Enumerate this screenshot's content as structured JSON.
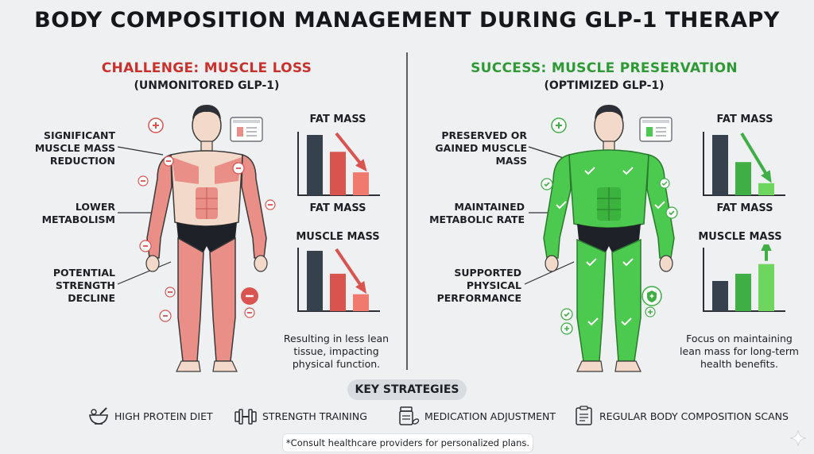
{
  "title": "BODY COMPOSITION MANAGEMENT DURING GLP-1 THERAPY",
  "left": {
    "heading": "CHALLENGE: MUSCLE LOSS",
    "subheading": "(UNMONITORED GLP-1)",
    "labels": [
      "SIGNIFICANT\nMUSCLE MASS\nREDUCTION",
      "LOWER\nMETABOLISM",
      "POTENTIAL\nSTRENGTH\nDECLINE"
    ],
    "fat_title": "FAT MASS",
    "fat_title_2": "FAT MASS",
    "muscle_title": "MUSCLE MASS",
    "caption": "Resulting in less lean\ntissue, impacting\nphysical function.",
    "accent": "#d9534f",
    "body_color": "#e98f88"
  },
  "right": {
    "heading": "SUCCESS: MUSCLE PRESERVATION",
    "subheading": "(OPTIMIZED GLP-1)",
    "labels": [
      "PRESERVED OR\nGAINED MUSCLE\nMASS",
      "MAINTAINED\nMETABOLIC RATE",
      "SUPPORTED\nPHYSICAL\nPERFORMANCE"
    ],
    "fat_title": "FAT MASS",
    "fat_title_2": "FAT MASS",
    "muscle_title": "MUSCLE MASS",
    "caption": "Focus on maintaining\nlean mass for long-term\nhealth benefits.",
    "accent": "#3fae45",
    "body_color": "#4cc94f"
  },
  "chart_data": [
    {
      "type": "bar",
      "title": "FAT MASS",
      "series": [
        {
          "values": [
            1.0,
            0.72,
            0.38
          ]
        }
      ],
      "colors": [
        "#37414d",
        "#d9534f",
        "#f07a6e"
      ],
      "trend": "decrease"
    },
    {
      "type": "bar",
      "title": "MUSCLE MASS",
      "series": [
        {
          "values": [
            1.0,
            0.62,
            0.28
          ]
        }
      ],
      "colors": [
        "#37414d",
        "#d9534f",
        "#f07a6e"
      ],
      "trend": "decrease"
    },
    {
      "type": "bar",
      "title": "FAT MASS",
      "series": [
        {
          "values": [
            1.0,
            0.55,
            0.2
          ]
        }
      ],
      "colors": [
        "#37414d",
        "#3fae45",
        "#6ed65f"
      ],
      "trend": "decrease"
    },
    {
      "type": "bar",
      "title": "MUSCLE MASS",
      "series": [
        {
          "values": [
            0.5,
            0.62,
            0.78
          ]
        }
      ],
      "colors": [
        "#37414d",
        "#3fae45",
        "#6ed65f"
      ],
      "trend": "increase"
    }
  ],
  "strategies": {
    "heading": "KEY STRATEGIES",
    "items": [
      {
        "label": "HIGH PROTEIN DIET",
        "icon": "mortar-bowl-icon"
      },
      {
        "label": "STRENGTH TRAINING",
        "icon": "dumbbell-icon"
      },
      {
        "label": "MEDICATION ADJUSTMENT",
        "icon": "pill-bottle-icon"
      },
      {
        "label": "REGULAR BODY COMPOSITION SCANS",
        "icon": "scan-clipboard-icon"
      }
    ]
  },
  "disclaimer": "*Consult healthcare providers for personalized plans."
}
